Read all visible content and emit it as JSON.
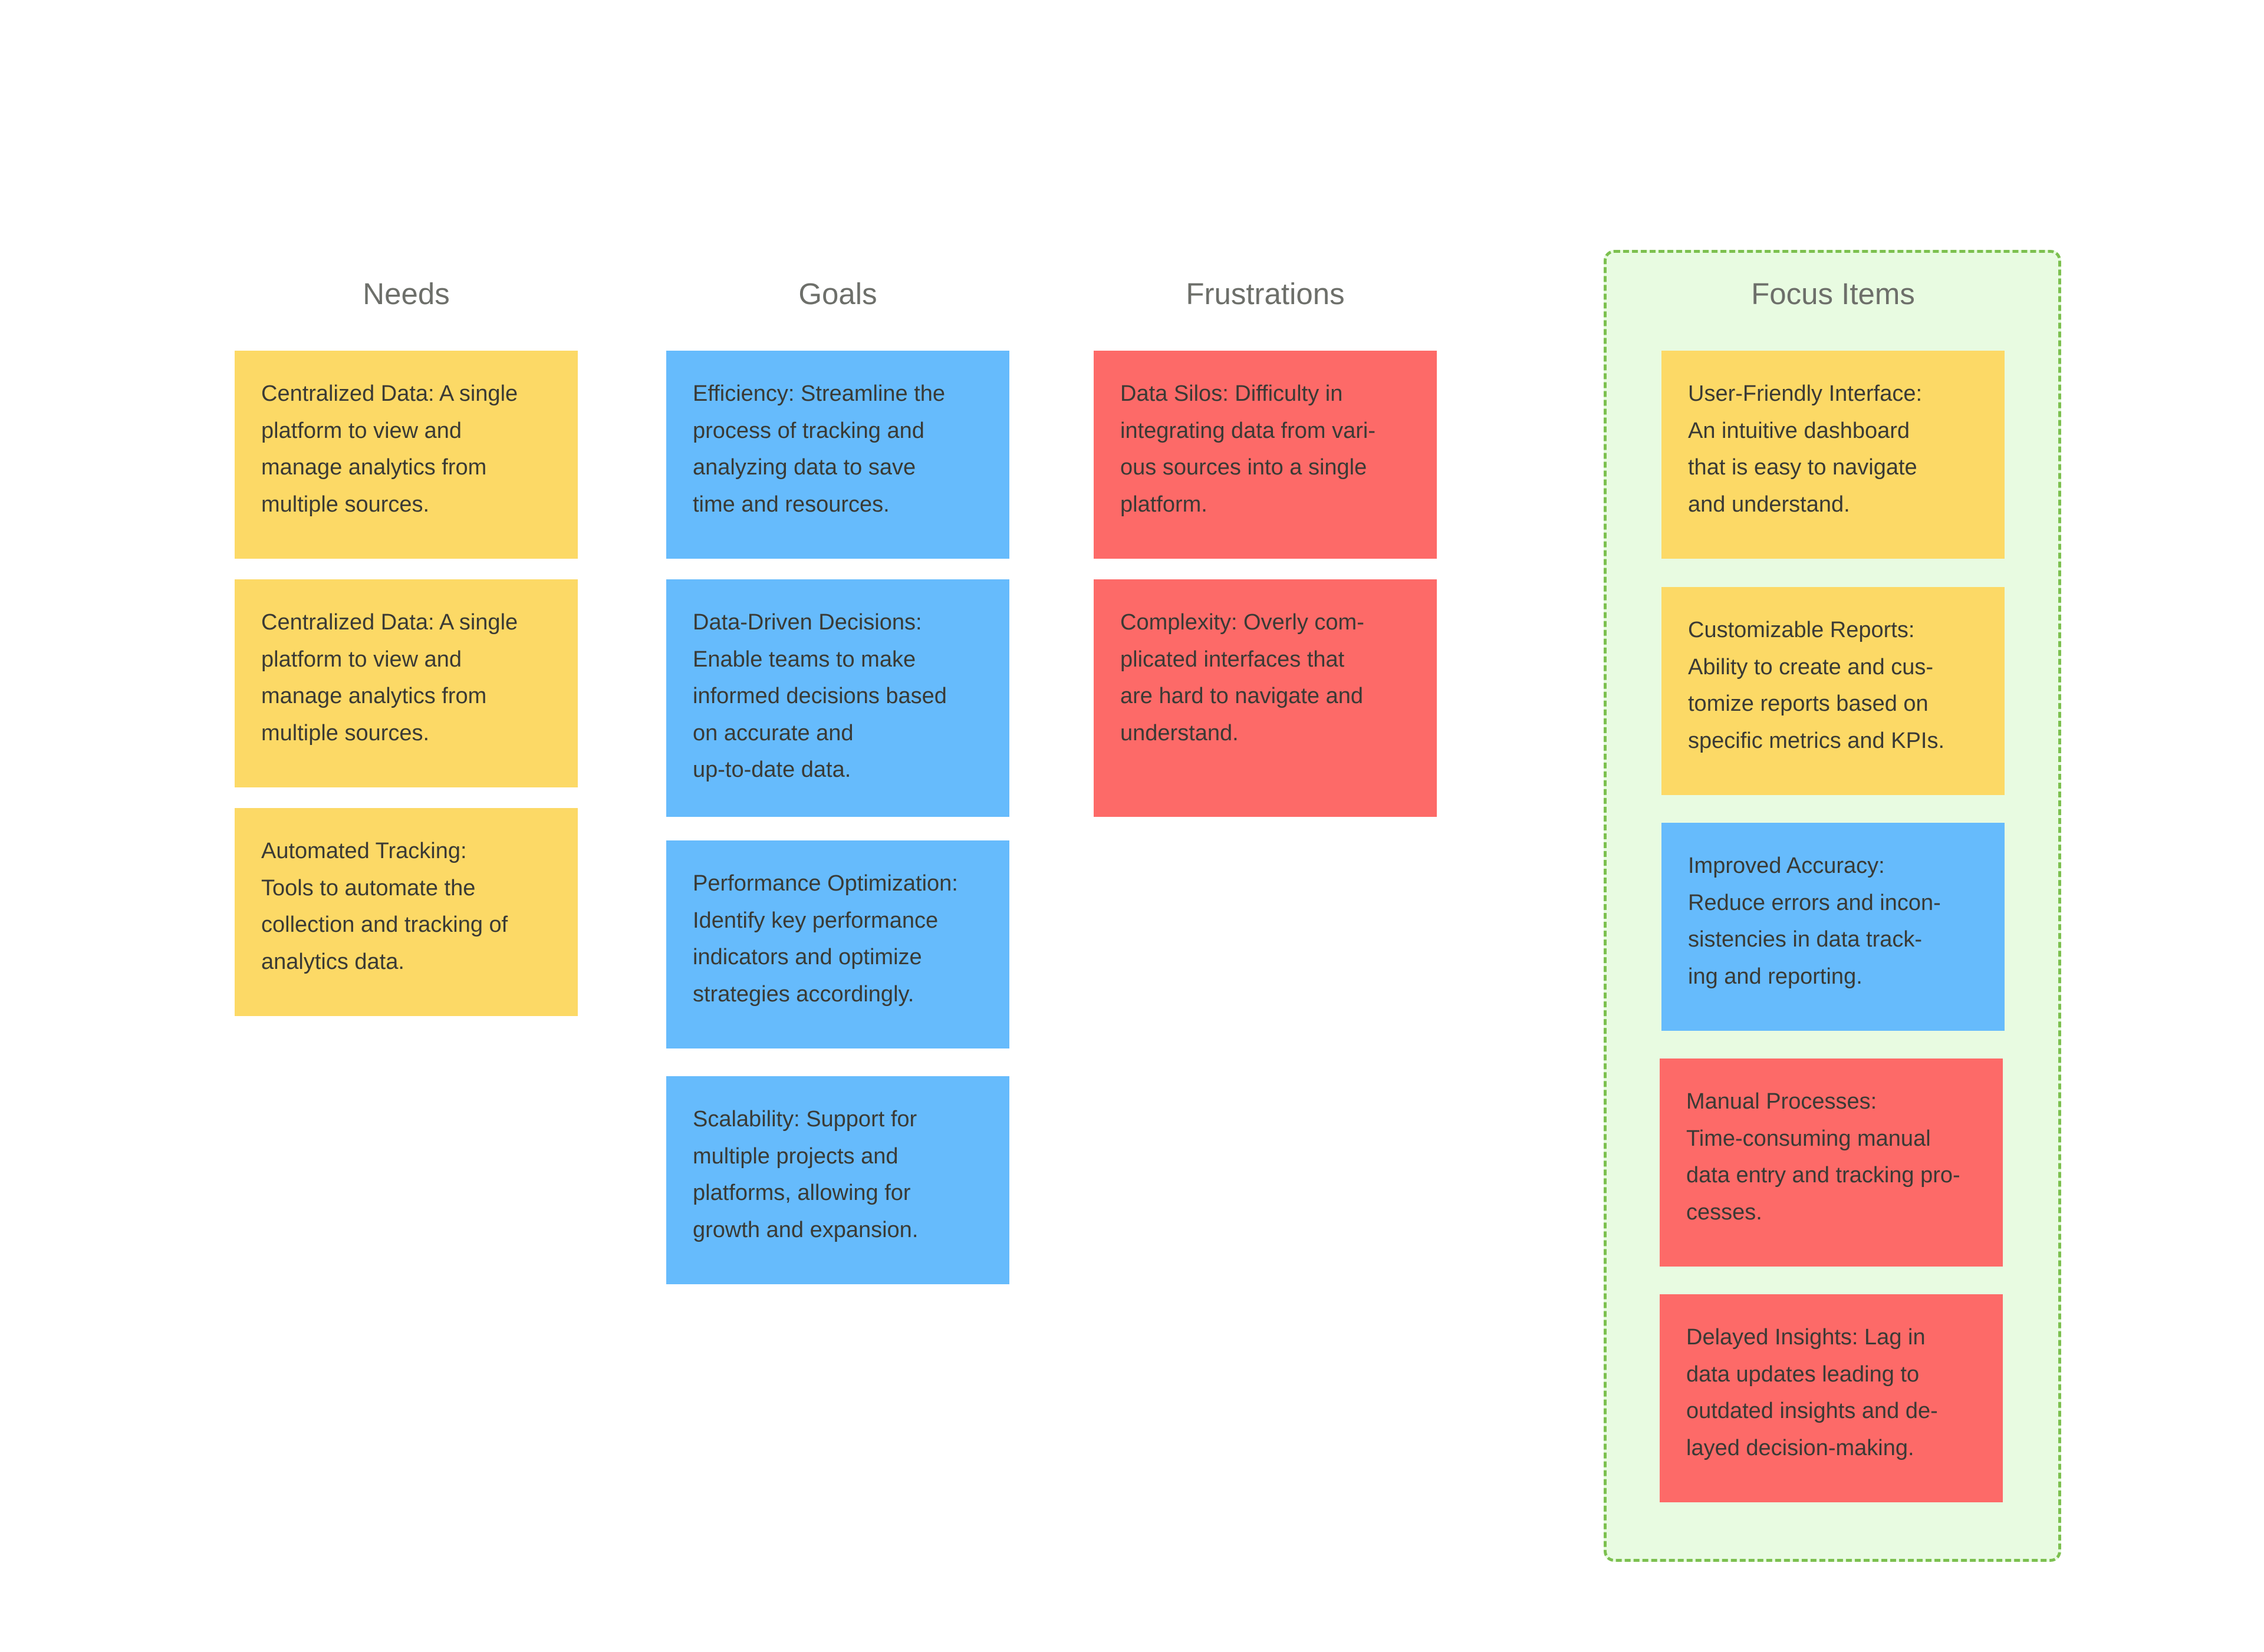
{
  "columns": {
    "needs": {
      "title": "Needs",
      "cards": [
        {
          "text": "Centralized Data: A single\nplatform to view and\nmanage analytics from\nmultiple sources.",
          "color": "#fcd966"
        },
        {
          "text": "Centralized Data: A single\nplatform to view and\nmanage analytics from\nmultiple sources.",
          "color": "#fcd966"
        },
        {
          "text": "Automated Tracking:\nTools to automate the\ncollection and tracking of\nanalytics data.",
          "color": "#fcd966"
        }
      ]
    },
    "goals": {
      "title": "Goals",
      "cards": [
        {
          "text": "Efficiency: Streamline the\nprocess of tracking and\nanalyzing data to save\ntime and resources.",
          "color": "#66bbfc"
        },
        {
          "text": "Data-Driven Decisions:\nEnable teams to make\ninformed decisions based\non accurate and\nup-to-date data.",
          "color": "#66bbfc"
        },
        {
          "text": " Performance Optimization:\nIdentify key performance\nindicators and optimize\nstrategies accordingly.",
          "color": "#66bbfc"
        },
        {
          "text": "Scalability: Support for\nmultiple projects and\nplatforms, allowing for\ngrowth and expansion.",
          "color": "#66bbfc"
        }
      ]
    },
    "frustrations": {
      "title": "Frustrations",
      "cards": [
        {
          "text": "Data Silos: Difficulty in\nintegrating data from vari-\nous sources into a single\nplatform.",
          "color": "#fd6a68"
        },
        {
          "text": "Complexity: Overly com-\nplicated interfaces that\nare hard to navigate and\nunderstand.",
          "color": "#fd6a68"
        }
      ]
    },
    "focus_items": {
      "title": "Focus Items",
      "frame_color": "#7cc04f",
      "frame_fill": "#e8fbe1",
      "cards": [
        {
          "text": "User-Friendly Interface:\nAn intuitive dashboard\nthat is easy to navigate\nand understand.",
          "color": "#fcd966"
        },
        {
          "text": "Customizable Reports:\nAbility to create and cus-\ntomize reports based on\nspecific metrics and KPIs.",
          "color": "#fcd966"
        },
        {
          "text": "Improved Accuracy:\nReduce errors and incon-\nsistencies in data track-\ning and reporting.",
          "color": "#66bbfc"
        },
        {
          "text": "Manual Processes:\nTime-consuming manual\ndata entry and tracking pro-\ncesses.",
          "color": "#fd6a68"
        },
        {
          "text": "Delayed Insights: Lag in\ndata updates leading to\noutdated insights and de-\nlayed decision-making.",
          "color": "#fd6a68"
        }
      ]
    }
  }
}
